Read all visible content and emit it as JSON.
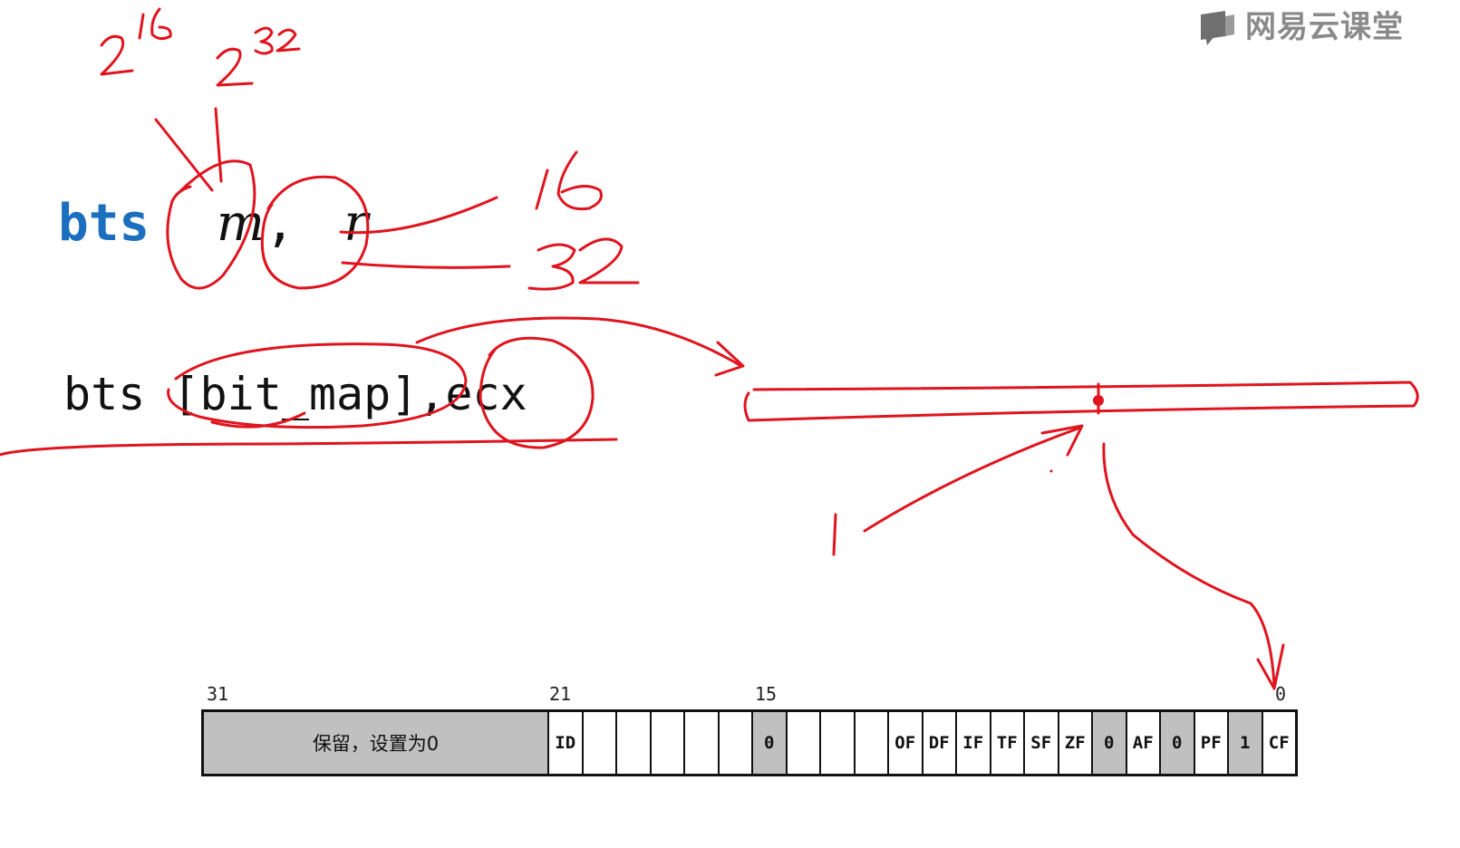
{
  "brand": {
    "name": "网易云课堂",
    "icon": "netease-classroom-icon"
  },
  "syntax": {
    "mnemonic": "bts",
    "operand1": "m",
    "separator": ",",
    "operand2": "r"
  },
  "example": {
    "text": "bts [bit_map],ecx"
  },
  "annotations": {
    "m_sizes": [
      "2",
      "16",
      "2",
      "32"
    ],
    "r_sizes": [
      "16",
      "32"
    ],
    "bit_value": "1"
  },
  "eflags": {
    "bit_positions": [
      "31",
      "21",
      "15",
      "0"
    ],
    "reserved_label": "保留，设置为0",
    "cells": [
      "ID",
      "",
      "",
      "",
      "",
      "",
      "0",
      "",
      "",
      "",
      "OF",
      "DF",
      "IF",
      "TF",
      "SF",
      "ZF",
      "0",
      "AF",
      "0",
      "PF",
      "1",
      "CF"
    ],
    "gray_cells": [
      6,
      16,
      18,
      20
    ]
  },
  "colors": {
    "keyword": "#1a6fbf",
    "ink": "#e0141e",
    "gray_cell": "#c0c0c0",
    "logo": "#8a8a8a"
  }
}
